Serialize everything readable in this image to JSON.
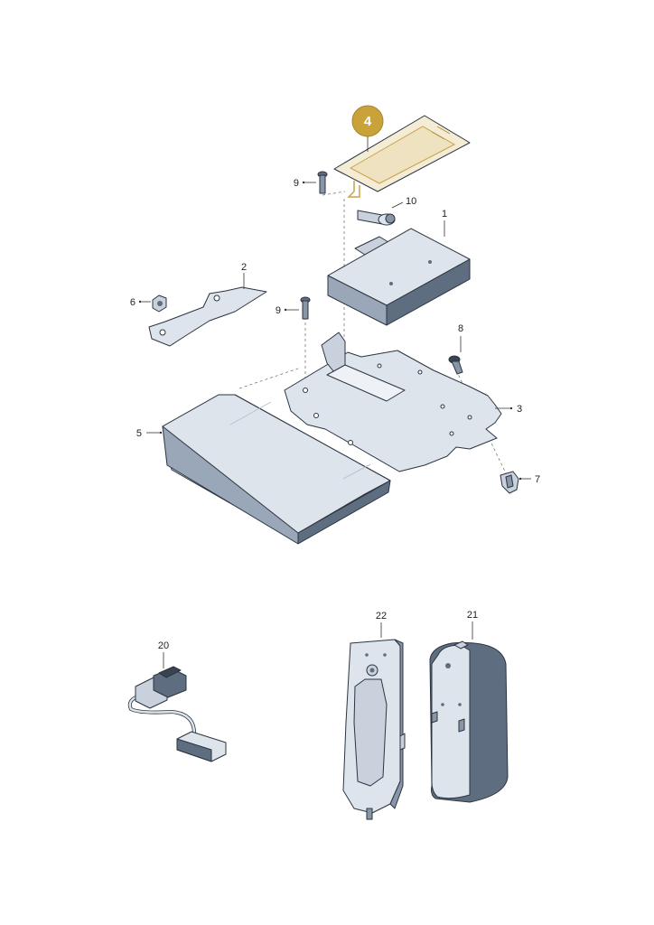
{
  "colors": {
    "part_fill": "#dde4ec",
    "part_top": "#c8d1dc",
    "part_dark": "#5f6d80",
    "highlight_fill": "#f5ecd6",
    "highlight_stroke": "#c9a24a",
    "badge_fill": "#c9a23a"
  },
  "highlight": {
    "label": "4"
  },
  "callouts": {
    "c1": "1",
    "c2": "2",
    "c3": "3",
    "c5": "5",
    "c6": "6",
    "c7": "7",
    "c8": "8",
    "c9a": "9",
    "c9b": "9",
    "c10": "10",
    "c20": "20",
    "c21": "21",
    "c22": "22"
  }
}
